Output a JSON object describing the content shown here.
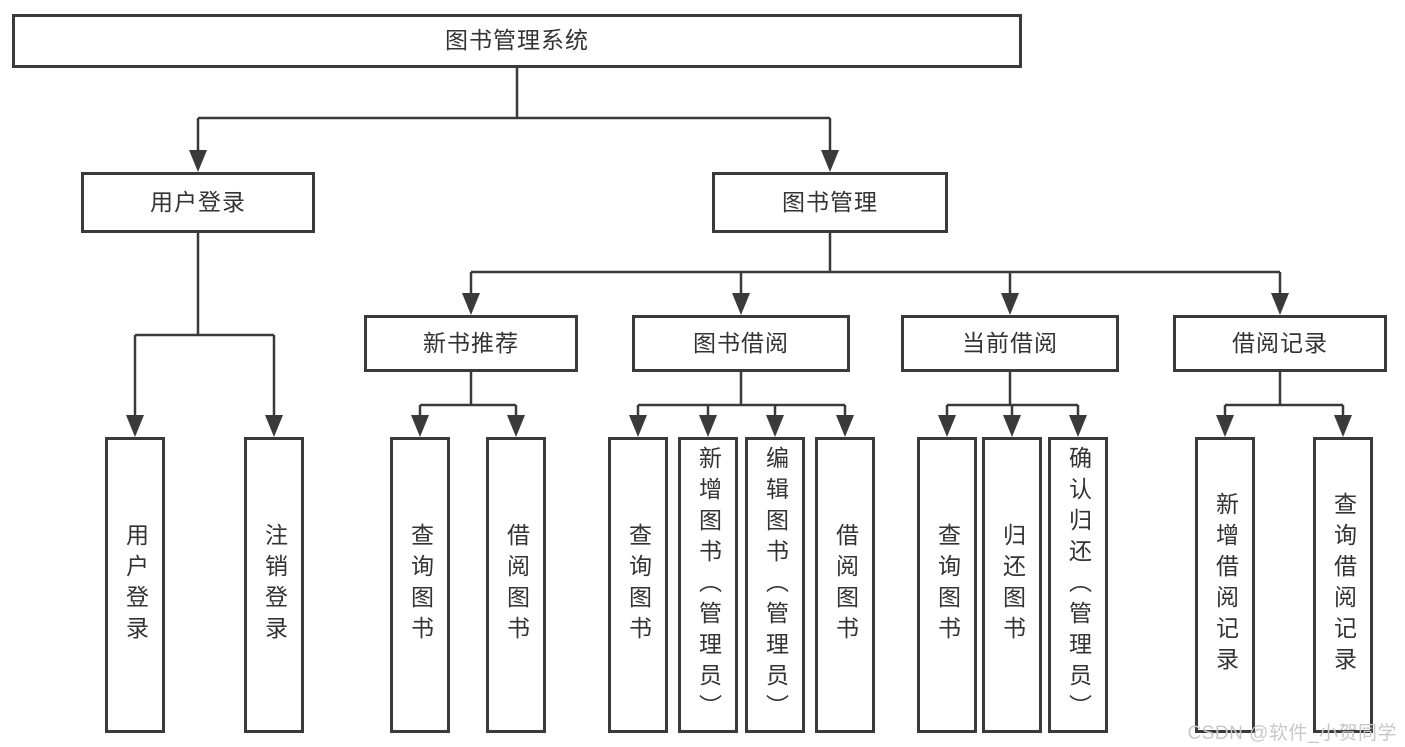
{
  "diagram": {
    "title": "图书管理系统",
    "level2": [
      {
        "label": "用户登录"
      },
      {
        "label": "图书管理"
      }
    ],
    "level3": [
      {
        "label": "新书推荐",
        "parent": "图书管理"
      },
      {
        "label": "图书借阅",
        "parent": "图书管理"
      },
      {
        "label": "当前借阅",
        "parent": "图书管理"
      },
      {
        "label": "借阅记录",
        "parent": "图书管理"
      }
    ],
    "leaves": [
      {
        "label": "用户登录",
        "parent": "用户登录"
      },
      {
        "label": "注销登录",
        "parent": "用户登录"
      },
      {
        "label": "查询图书",
        "parent": "新书推荐"
      },
      {
        "label": "借阅图书",
        "parent": "新书推荐"
      },
      {
        "label": "查询图书",
        "parent": "图书借阅"
      },
      {
        "label": "新增图书（管理员）",
        "parent": "图书借阅"
      },
      {
        "label": "编辑图书（管理员）",
        "parent": "图书借阅"
      },
      {
        "label": "借阅图书",
        "parent": "图书借阅"
      },
      {
        "label": "查询图书",
        "parent": "当前借阅"
      },
      {
        "label": "归还图书",
        "parent": "当前借阅"
      },
      {
        "label": "确认归还（管理员）",
        "parent": "当前借阅"
      },
      {
        "label": "新增借阅记录",
        "parent": "借阅记录"
      },
      {
        "label": "查询借阅记录",
        "parent": "借阅记录"
      }
    ],
    "colors": {
      "line": "#3a3a3a",
      "text": "#333333",
      "background": "#ffffff",
      "watermark": "#c8c8c8"
    }
  },
  "watermark": {
    "text": "CSDN @软件_小贺同学"
  }
}
